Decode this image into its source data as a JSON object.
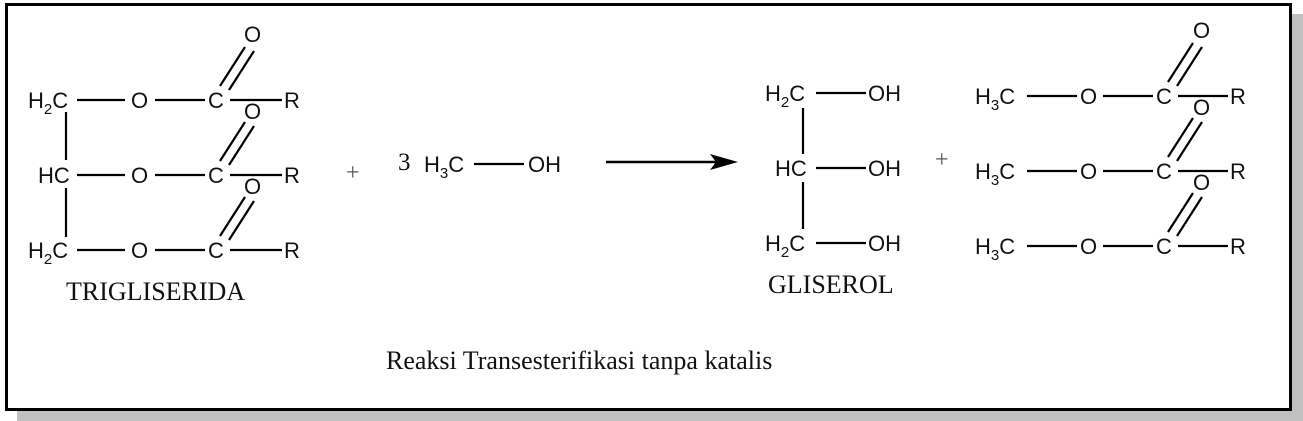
{
  "diagram": {
    "caption": "Reaksi Transesterifikasi tanpa katalis",
    "reactants": {
      "triglyceride": {
        "label": "TRIGLISERIDA",
        "rows": [
          {
            "carbon": "H",
            "carbon_sub": "2",
            "carbon_tail": "C",
            "link": "O",
            "carbonyl_c": "C",
            "carbonyl_o": "O",
            "r": "R"
          },
          {
            "carbon": "HC",
            "carbon_sub": "",
            "carbon_tail": "",
            "link": "O",
            "carbonyl_c": "C",
            "carbonyl_o": "O",
            "r": "R"
          },
          {
            "carbon": "H",
            "carbon_sub": "2",
            "carbon_tail": "C",
            "link": "O",
            "carbonyl_c": "C",
            "carbonyl_o": "O",
            "r": "R"
          }
        ]
      },
      "plus_1": "+",
      "methanol": {
        "coefficient": "3",
        "h": "H",
        "sub": "3",
        "c": "C",
        "oh": "OH"
      }
    },
    "arrow": "reaction-arrow",
    "products": {
      "glycerol": {
        "label": "GLISEROL",
        "rows": [
          {
            "carbon": "H",
            "carbon_sub": "2",
            "carbon_tail": "C",
            "oh": "OH"
          },
          {
            "carbon": "HC",
            "carbon_sub": "",
            "carbon_tail": "",
            "oh": "OH"
          },
          {
            "carbon": "H",
            "carbon_sub": "2",
            "carbon_tail": "C",
            "oh": "OH"
          }
        ]
      },
      "plus_2": "+",
      "methyl_ester": {
        "rows": [
          {
            "h": "H",
            "sub": "3",
            "c": "C",
            "link": "O",
            "carbonyl_c": "C",
            "carbonyl_o": "O",
            "r": "R"
          },
          {
            "h": "H",
            "sub": "3",
            "c": "C",
            "link": "O",
            "carbonyl_c": "C",
            "carbonyl_o": "O",
            "r": "R"
          },
          {
            "h": "H",
            "sub": "3",
            "c": "C",
            "link": "O",
            "carbonyl_c": "C",
            "carbonyl_o": "O",
            "r": "R"
          }
        ]
      }
    }
  }
}
